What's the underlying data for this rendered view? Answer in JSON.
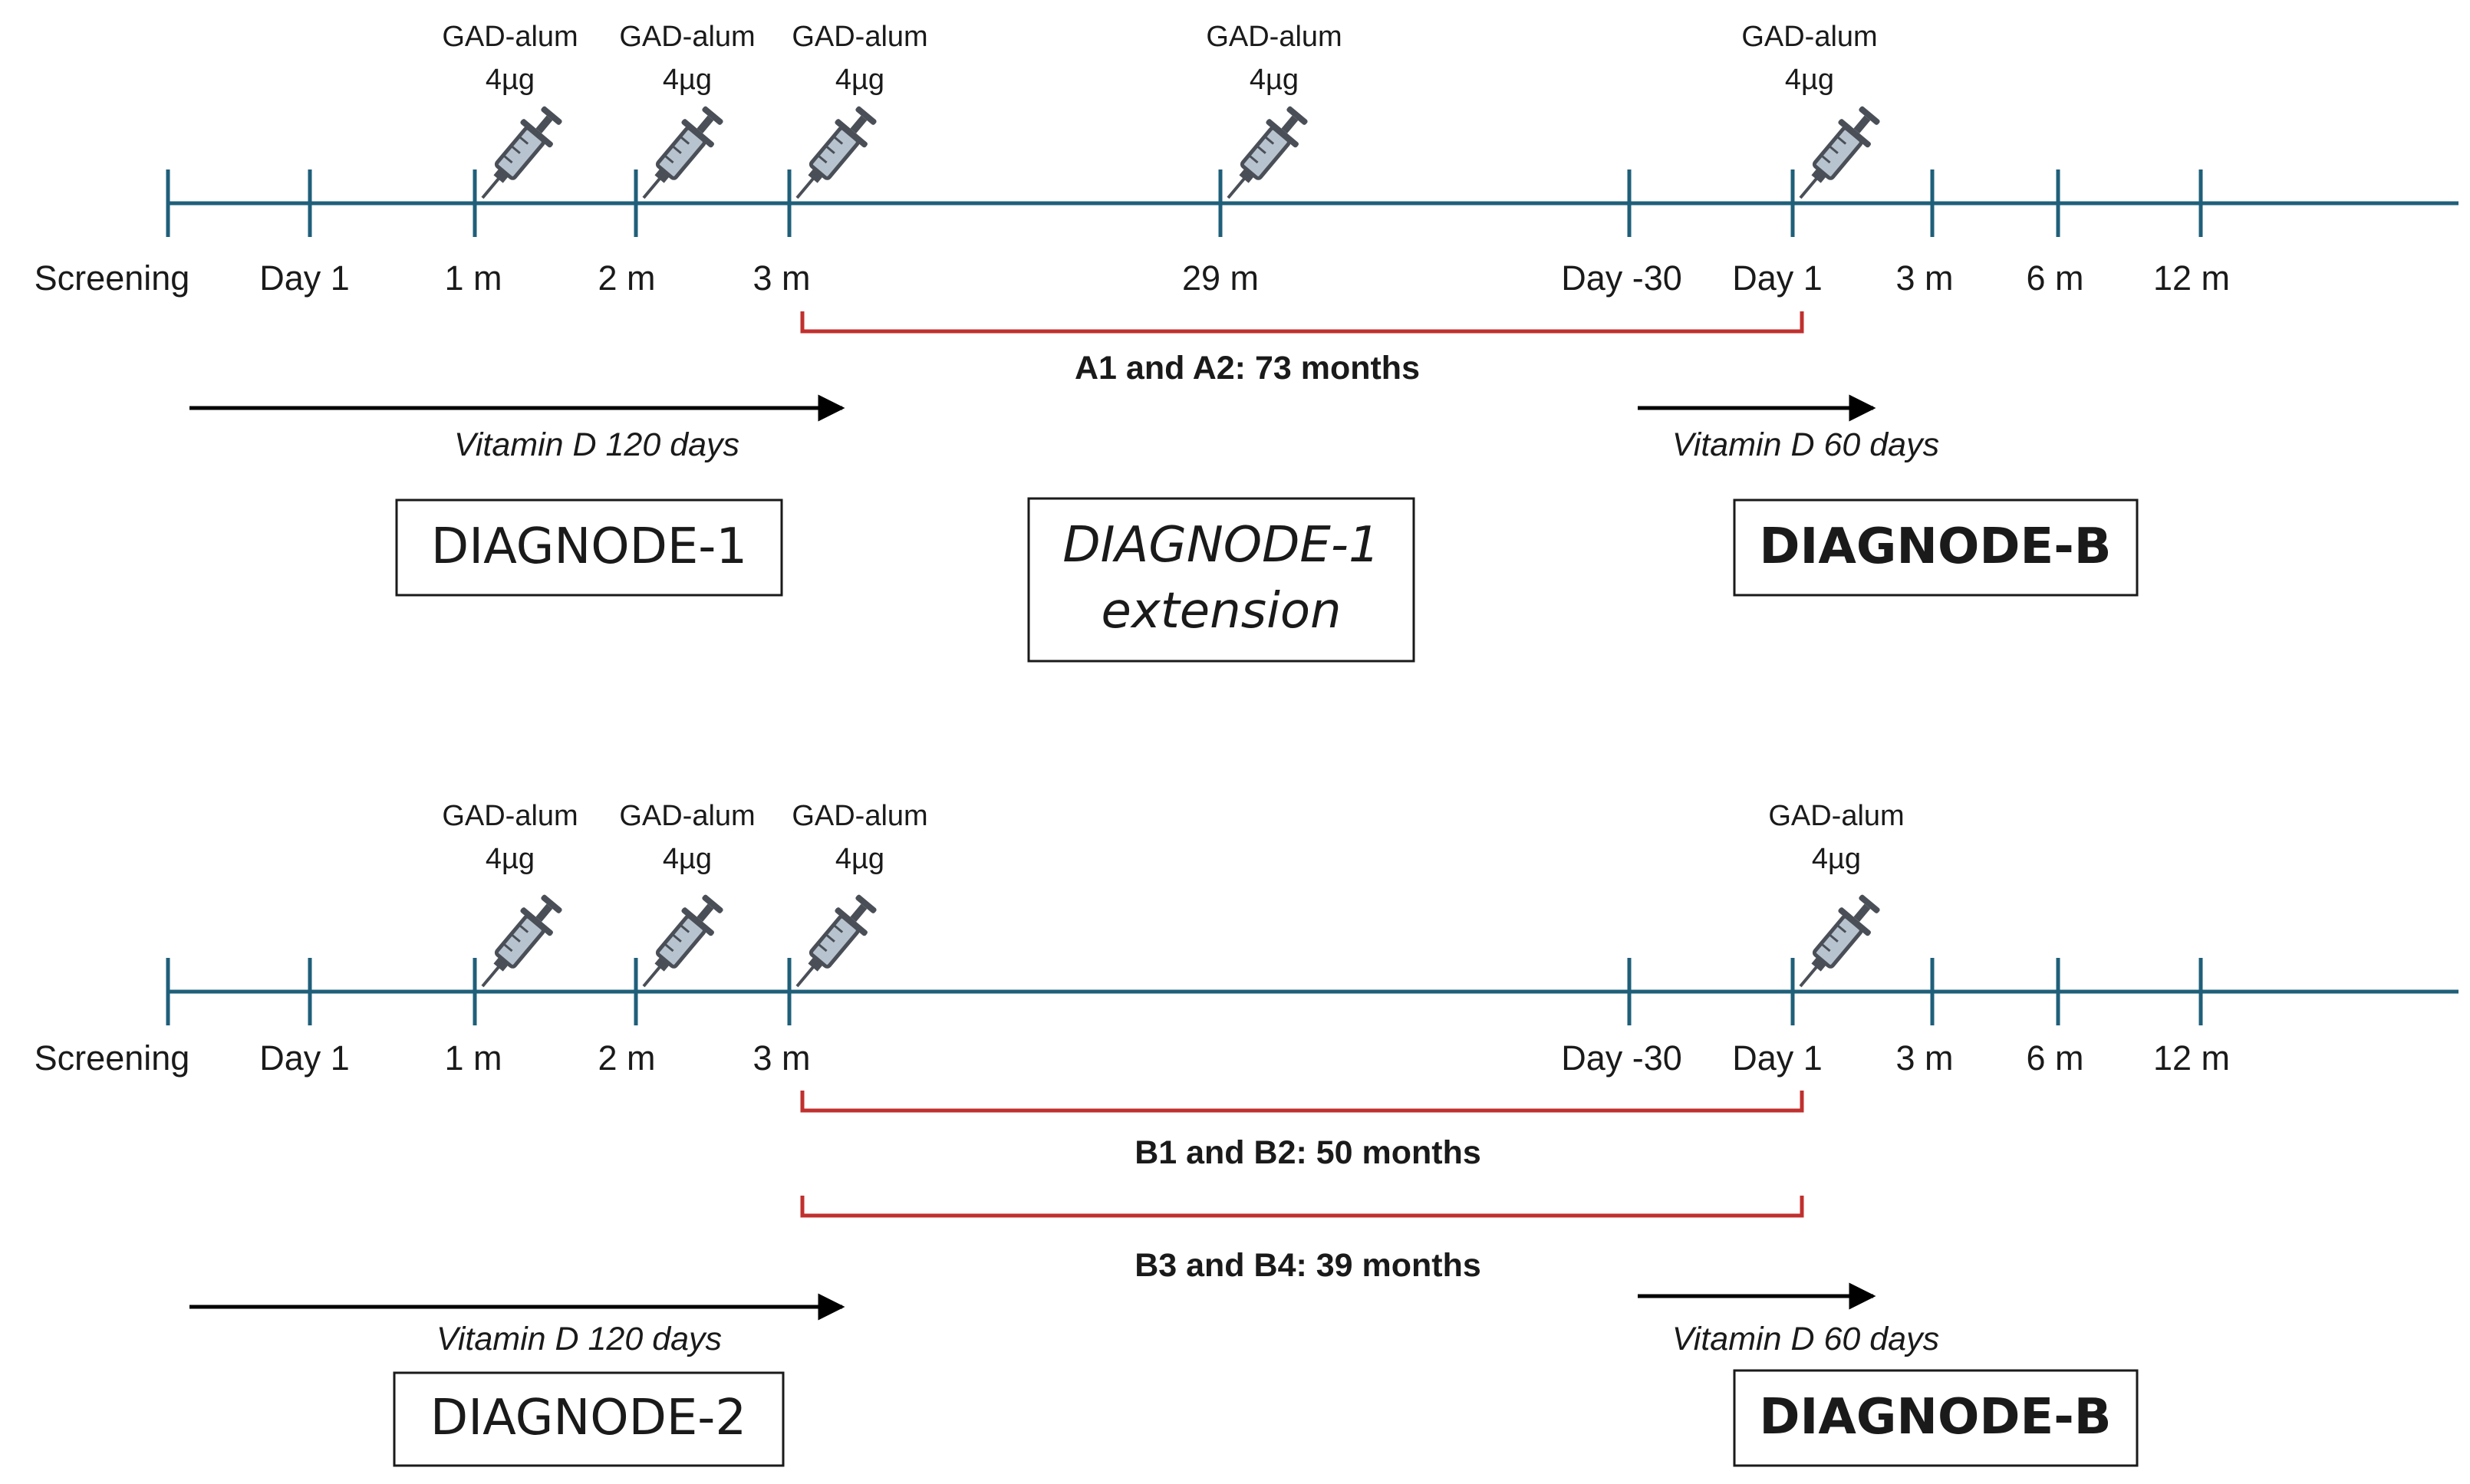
{
  "colors": {
    "timeline": "#1f5f7a",
    "period_bracket": "#c0302e",
    "arrow": "#000000",
    "syringe_outline": "#4a4f57",
    "syringe_fill": "#b7c3cf"
  },
  "icon": "syringe-icon",
  "timelines": [
    {
      "ticks": [
        {
          "label": "Screening"
        },
        {
          "label": "Day 1"
        },
        {
          "label": "1 m"
        },
        {
          "label": "2 m"
        },
        {
          "label": "3 m"
        },
        {
          "label": "29 m"
        },
        {
          "label": "Day -30"
        },
        {
          "label": "Day 1"
        },
        {
          "label": "3 m"
        },
        {
          "label": "6 m"
        },
        {
          "label": "12 m"
        }
      ],
      "injections": [
        {
          "line1": "GAD-alum",
          "line2": "4µg"
        },
        {
          "line1": "GAD-alum",
          "line2": "4µg"
        },
        {
          "line1": "GAD-alum",
          "line2": "4µg"
        },
        {
          "line1": "GAD-alum",
          "line2": "4µg"
        },
        {
          "line1": "GAD-alum",
          "line2": "4µg"
        }
      ],
      "periods": [
        {
          "label": "A1 and A2: 73 months"
        }
      ],
      "vitamin_d": [
        {
          "label": "Vitamin D 120 days"
        },
        {
          "label": "Vitamin D 60  days"
        }
      ],
      "studies": [
        {
          "line1": "DIAGNODE-1",
          "line2": ""
        },
        {
          "line1": "DIAGNODE-1",
          "line2": "extension"
        },
        {
          "line1": "DIAGNODE-B",
          "line2": ""
        }
      ]
    },
    {
      "ticks": [
        {
          "label": "Screening"
        },
        {
          "label": "Day 1"
        },
        {
          "label": "1 m"
        },
        {
          "label": "2 m"
        },
        {
          "label": "3 m"
        },
        {
          "label": "Day -30"
        },
        {
          "label": "Day 1"
        },
        {
          "label": "3 m"
        },
        {
          "label": "6 m"
        },
        {
          "label": "12 m"
        }
      ],
      "injections": [
        {
          "line1": "GAD-alum",
          "line2": "4µg"
        },
        {
          "line1": "GAD-alum",
          "line2": "4µg"
        },
        {
          "line1": "GAD-alum",
          "line2": "4µg"
        },
        {
          "line1": "GAD-alum",
          "line2": "4µg"
        }
      ],
      "periods": [
        {
          "label": "B1 and B2: 50 months"
        },
        {
          "label": "B3 and B4: 39 months"
        }
      ],
      "vitamin_d": [
        {
          "label": "Vitamin D 120 days"
        },
        {
          "label": "Vitamin D 60  days"
        }
      ],
      "studies": [
        {
          "line1": "DIAGNODE-2",
          "line2": ""
        },
        {
          "line1": "DIAGNODE-B",
          "line2": ""
        }
      ]
    }
  ]
}
